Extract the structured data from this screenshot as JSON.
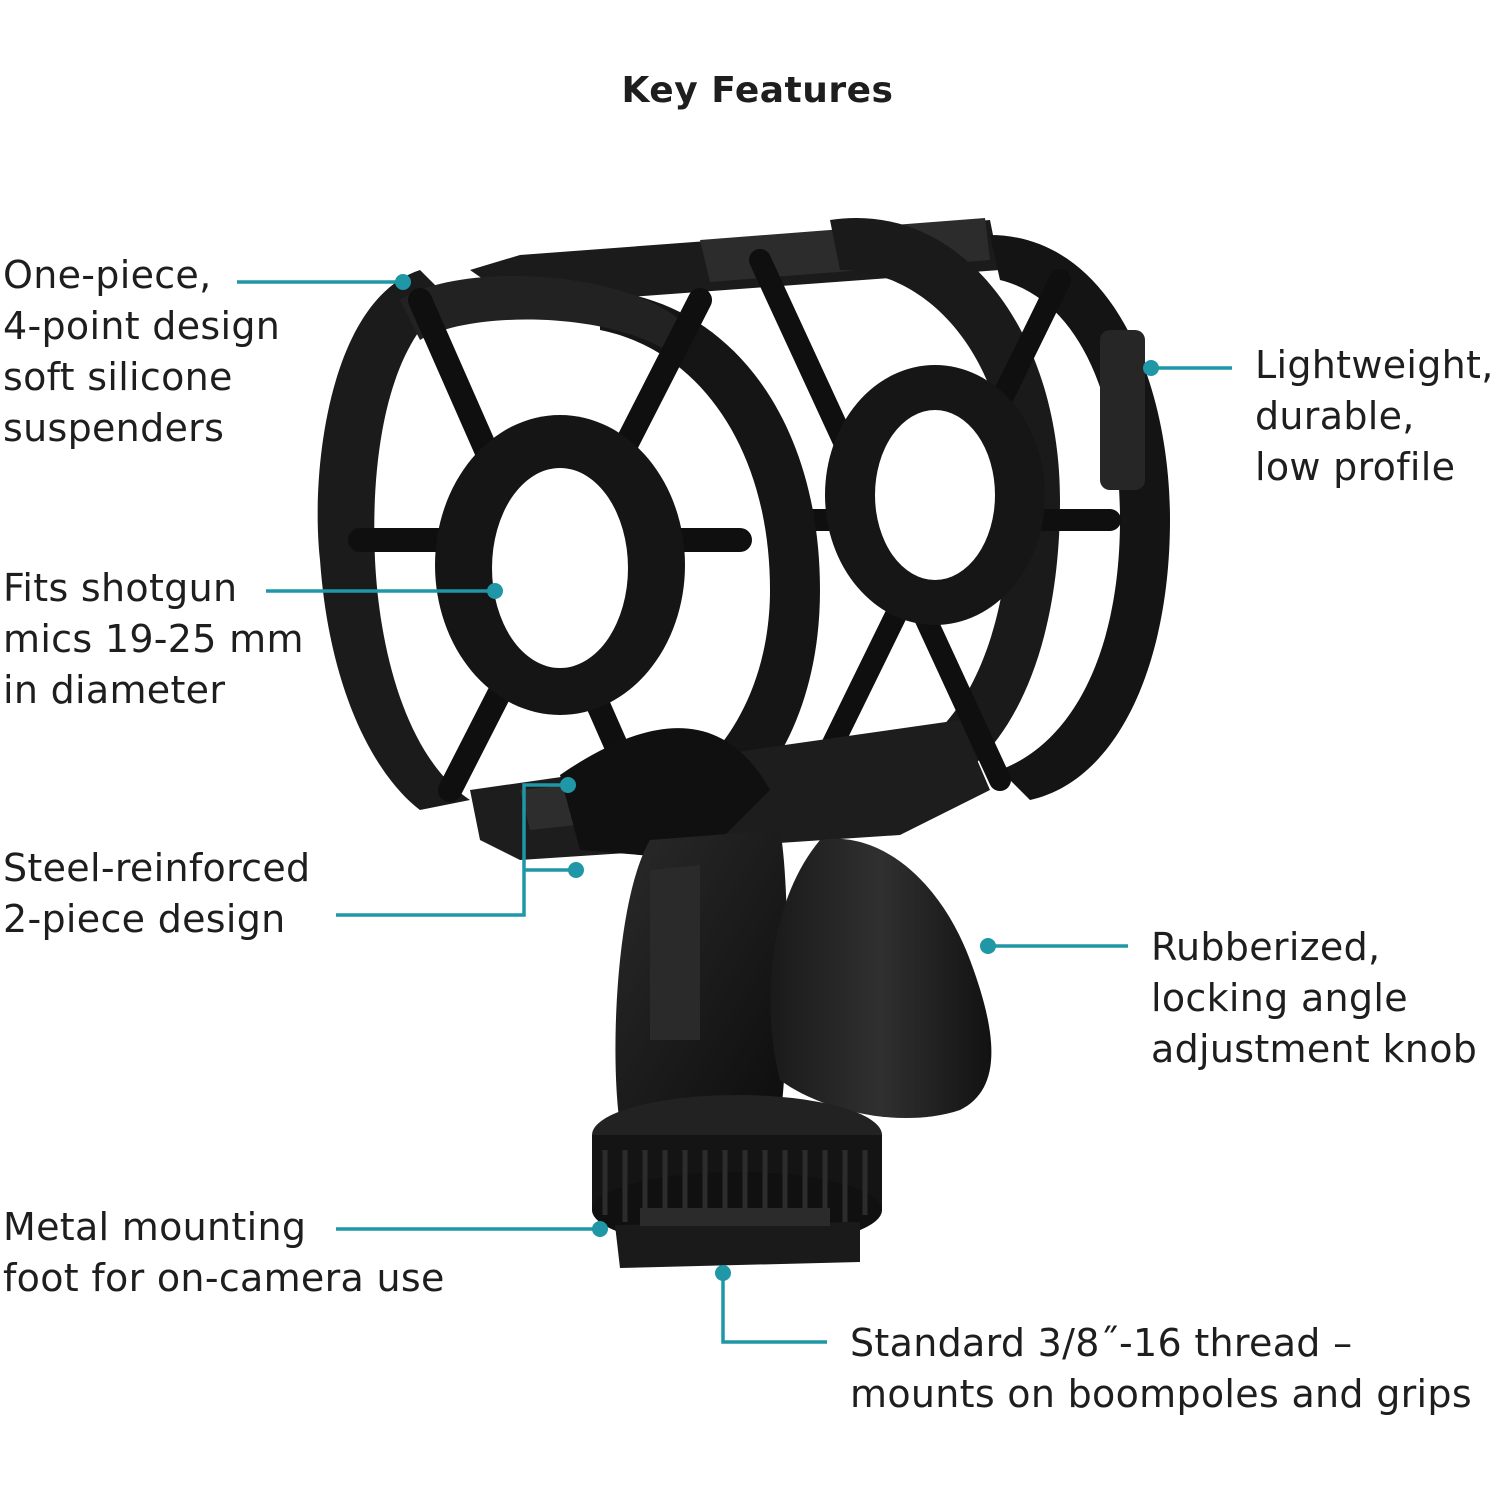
{
  "title": "Key Features",
  "colors": {
    "accent": "#1f97a6",
    "text": "#1e1e1e",
    "product": "#161616"
  },
  "features": [
    {
      "lines": [
        "One-piece,",
        "4-point design",
        "soft silicone",
        "suspenders"
      ]
    },
    {
      "lines": [
        "Fits shotgun",
        "mics 19-25 mm",
        "in diameter"
      ]
    },
    {
      "lines": [
        "Steel-reinforced",
        "2-piece design"
      ]
    },
    {
      "lines": [
        "Metal mounting",
        "foot for on-camera use"
      ]
    },
    {
      "lines": [
        "Lightweight,",
        "durable,",
        "low profile"
      ]
    },
    {
      "lines": [
        "Rubberized,",
        "locking angle",
        "adjustment knob"
      ]
    },
    {
      "lines": [
        "Standard 3/8˝-16 thread –",
        "mounts on boompoles and grips"
      ]
    }
  ]
}
